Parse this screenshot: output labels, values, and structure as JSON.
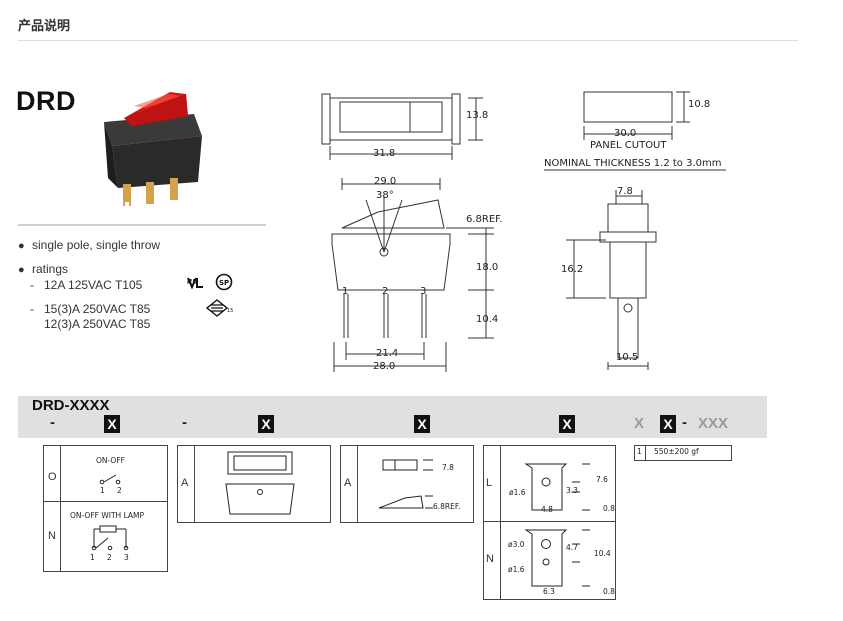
{
  "header": {
    "title": "产品说明"
  },
  "product": {
    "model": "DRD",
    "features": [
      "single pole, single throw",
      "ratings"
    ],
    "ratings": [
      {
        "dash": "-",
        "lines": [
          "12A 125VAC T105"
        ]
      },
      {
        "dash": "-",
        "lines": [
          "15(3)A 250VAC T85",
          "12(3)A 250VAC T85"
        ]
      }
    ],
    "certifications": [
      "UL",
      "CSA",
      "ENEC 15"
    ]
  },
  "drawing": {
    "top": {
      "width": "31.8",
      "height": "13.8"
    },
    "cutout": {
      "width": "30.0",
      "height": "10.8",
      "label": "PANEL CUTOUT",
      "thickness": "NOMINAL THICKNESS 1.2 to 3.0mm"
    },
    "front": {
      "top_width": "29.0",
      "angle": "38°",
      "ref": "6.8REF.",
      "body_h": "18.0",
      "pin_h": "10.4",
      "pin_span": "21.4",
      "bottom_w": "28.0",
      "pins": [
        "1",
        "2",
        "3"
      ]
    },
    "side": {
      "top_w": "7.8",
      "h": "16.2",
      "bottom_w": "10.5"
    }
  },
  "order": {
    "title": "DRD-XXXX",
    "seps": [
      "-",
      "-",
      "-"
    ],
    "chips": [
      "X",
      "X",
      "X",
      "X",
      "X"
    ],
    "grey_x": "X",
    "grey_suffix": "XXX"
  },
  "options": {
    "circuit": [
      {
        "code": "O",
        "label": "ON-OFF",
        "pins": [
          "1",
          "2"
        ]
      },
      {
        "code": "N",
        "label": "ON-OFF WITH LAMP",
        "pins": [
          "1",
          "2",
          "3"
        ]
      }
    ],
    "lens": [
      {
        "code": "A"
      }
    ],
    "actuator": [
      {
        "code": "A",
        "dims": [
          "7.8",
          "6.8REF."
        ]
      }
    ],
    "terminal": [
      {
        "code": "L",
        "dims": [
          "ø1.6",
          "3.3",
          "7.6",
          "4.8",
          "0.8"
        ]
      },
      {
        "code": "N",
        "dims": [
          "ø3.0",
          "4.7",
          "10.4",
          "ø1.6",
          "6.3",
          "0.8"
        ]
      }
    ],
    "force": [
      {
        "code": "1",
        "value": "550±200 gf"
      }
    ]
  }
}
